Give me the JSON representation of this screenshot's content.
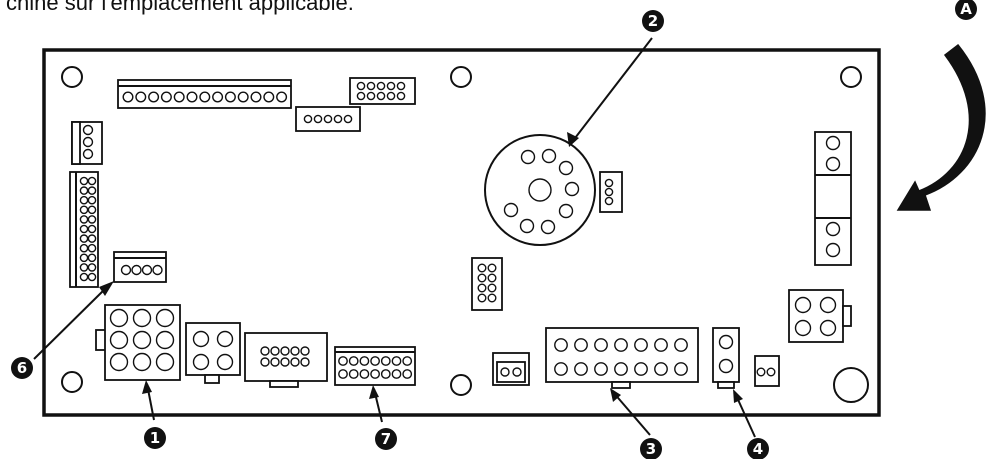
{
  "caption": "chine sur l'emplacement applicable.",
  "callouts": {
    "A": "A",
    "c1": "1",
    "c2": "2",
    "c3": "3",
    "c4": "4",
    "c6": "6",
    "c7": "7"
  }
}
